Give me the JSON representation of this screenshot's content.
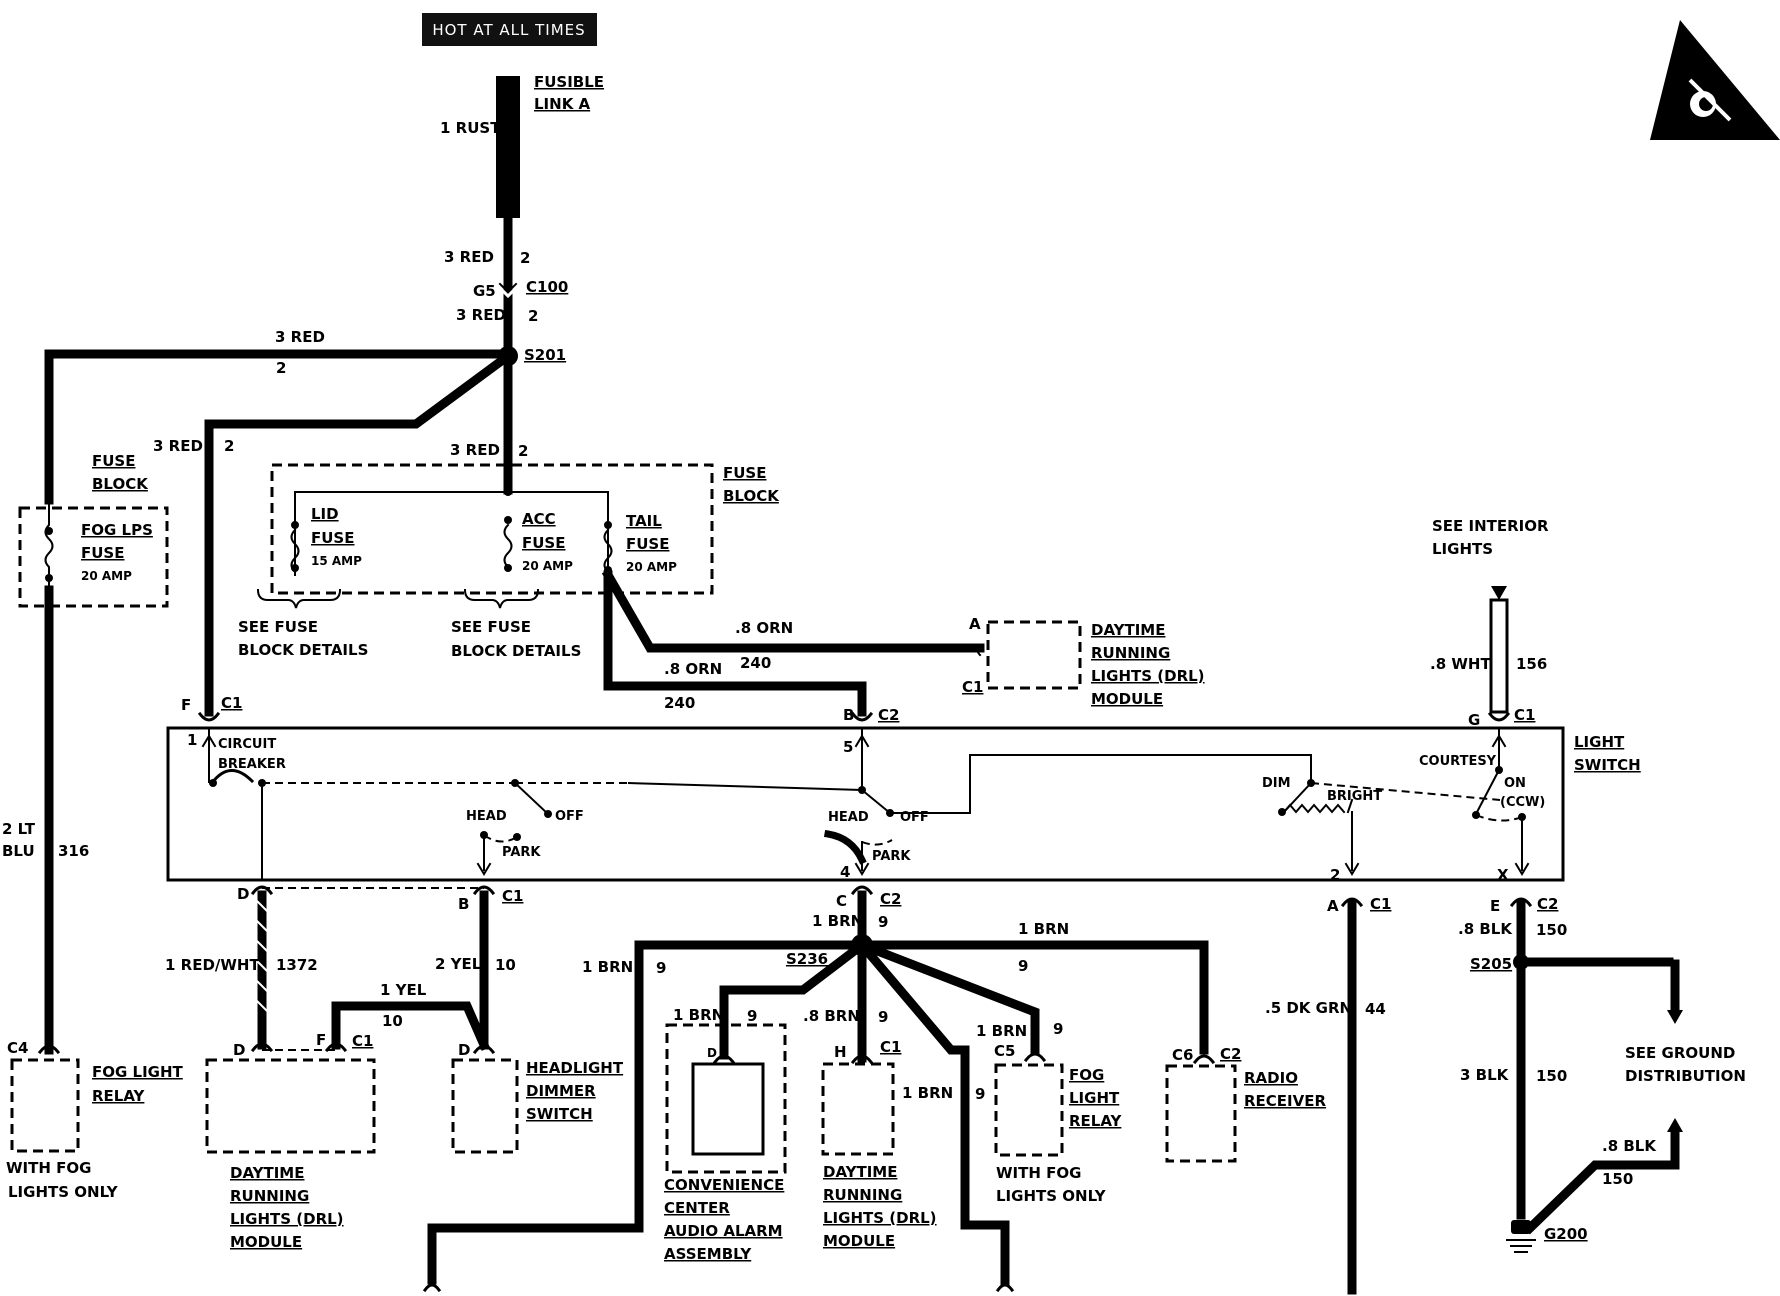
{
  "header": {
    "hot_label": "HOT AT ALL TIMES"
  },
  "fusible_link": {
    "line1": "FUSIBLE",
    "line2": "LINK A",
    "wire": "1 RUST"
  },
  "c100": {
    "wire_top": "3 RED",
    "circuit_top": "2",
    "pin": "G5",
    "connector": "C100",
    "wire_bottom": "3 RED",
    "circuit_bottom": "2"
  },
  "s201": {
    "label": "S201",
    "wire_left": "3 RED",
    "circuit_left": "2",
    "wire_down_left": "3 RED",
    "circuit_down_left": "2",
    "wire_down": "3 RED",
    "circuit_down": "2"
  },
  "fuse_block_left": {
    "line1": "FUSE",
    "line2": "BLOCK",
    "fuse1": "FOG LPS",
    "fuse2": "FUSE",
    "amp": "20 AMP"
  },
  "fuse_block_main": {
    "line1": "FUSE",
    "line2": "BLOCK",
    "lid": [
      "LID",
      "FUSE",
      "15 AMP"
    ],
    "acc": [
      "ACC",
      "FUSE",
      "20 AMP"
    ],
    "tail": [
      "TAIL",
      "FUSE",
      "20 AMP"
    ],
    "see1": [
      "SEE FUSE",
      "BLOCK DETAILS"
    ],
    "see2": [
      "SEE FUSE",
      "BLOCK DETAILS"
    ]
  },
  "drl_top": {
    "pin": "A",
    "connector": "C1",
    "wire": ".8 ORN",
    "circuit": "240",
    "lines": [
      "DAYTIME",
      "RUNNING",
      "LIGHTS (DRL)",
      "MODULE"
    ]
  },
  "tail_wire": {
    "wire": ".8 ORN",
    "circuit": "240"
  },
  "interior": {
    "lines": [
      "SEE INTERIOR",
      "LIGHTS"
    ],
    "wire": ".8 WHT",
    "circuit": "156"
  },
  "light_switch": {
    "line1": "LIGHT",
    "line2": "SWITCH",
    "pin_f": "F",
    "conn_f": "C1",
    "num_1": "1",
    "circuit_breaker": [
      "CIRCUIT",
      "BREAKER"
    ],
    "pin_b_top": "B",
    "conn_b_top": "C2",
    "num_5": "5",
    "pin_g": "G",
    "conn_g": "C1",
    "head1": "HEAD",
    "off1": "OFF",
    "park1": "PARK",
    "head2": "HEAD",
    "off2": "OFF",
    "park2": "PARK",
    "dim": "DIM",
    "bright": "BRIGHT",
    "courtesy": "COURTESY",
    "on": "ON",
    "ccw": "(CCW)",
    "num_4": "4",
    "num_2": "2",
    "num_x": "X",
    "pin_d": "D",
    "pin_b_bot": "B",
    "conn_b_bot": "C1",
    "pin_c": "C",
    "conn_c": "C2",
    "pin_a": "A",
    "conn_a": "C1",
    "pin_e": "E",
    "conn_e": "C2"
  },
  "fog_wire": {
    "wire": "2 LT",
    "wire2": "BLU",
    "circuit": "316"
  },
  "lower": {
    "red_wht": "1 RED/WHT",
    "red_wht_circuit": "1372",
    "yel2": "2 YEL",
    "yel2_circuit": "10",
    "yel1": "1 YEL",
    "yel1_circuit": "10",
    "brn_main": "1 BRN",
    "brn_main_circuit": "9",
    "brn_left": "1 BRN",
    "brn_left_circuit": "9",
    "s236": "S236",
    "brn_right": "1 BRN",
    "brn_right_circuit": "9",
    "brn_conv": "1 BRN",
    "brn_conv_circuit": "9",
    "brn_drl": ".8 BRN",
    "brn_drl_circuit": "9",
    "brn_drl2": "1 BRN",
    "brn_drl2_circuit": "9",
    "brn_fog": "1 BRN",
    "brn_fog_circuit": "9",
    "dkgrn": ".5 DK GRN",
    "dkgrn_circuit": "44",
    "blk8": ".8 BLK",
    "blk8_circuit": "150",
    "s205": "S205",
    "blk3": "3 BLK",
    "blk3_circuit": "150",
    "blk8b": ".8 BLK",
    "blk8b_circuit": "150",
    "see_ground": [
      "SEE GROUND",
      "DISTRIBUTION"
    ],
    "g200": "G200"
  },
  "components": {
    "fog_relay_left": {
      "pin": "C4",
      "lines": [
        "FOG LIGHT",
        "RELAY"
      ],
      "note": [
        "WITH FOG",
        "LIGHTS ONLY"
      ]
    },
    "drl_module_left": {
      "pin_d": "D",
      "pin_f": "F",
      "conn": "C1",
      "lines": [
        "DAYTIME",
        "RUNNING",
        "LIGHTS (DRL)",
        "MODULE"
      ]
    },
    "headlight_dimmer": {
      "pin": "D",
      "lines": [
        "HEADLIGHT",
        "DIMMER",
        "SWITCH"
      ]
    },
    "convenience": {
      "pin": "D",
      "lines": [
        "CONVENIENCE",
        "CENTER",
        "AUDIO ALARM",
        "ASSEMBLY"
      ]
    },
    "drl_module_mid": {
      "pin": "H",
      "conn": "C1",
      "lines": [
        "DAYTIME",
        "RUNNING",
        "LIGHTS (DRL)",
        "MODULE"
      ]
    },
    "fog_relay_right": {
      "pin": "C5",
      "lines": [
        "FOG",
        "LIGHT",
        "RELAY"
      ],
      "note": [
        "WITH FOG",
        "LIGHTS ONLY"
      ]
    },
    "radio": {
      "pin": "C6",
      "conn": "C2",
      "lines": [
        "RADIO",
        "RECEIVER"
      ]
    }
  },
  "icons": {
    "warning": "esd-warning-icon"
  }
}
